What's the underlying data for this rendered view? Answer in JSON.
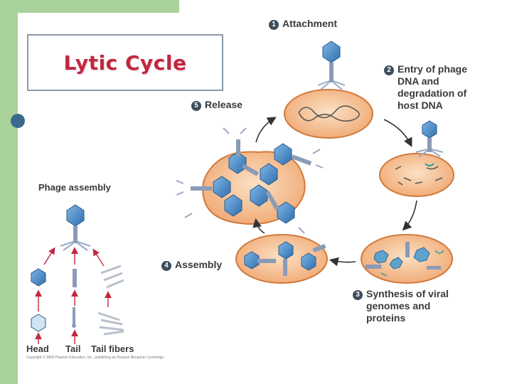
{
  "slide": {
    "title": "Lytic Cycle"
  },
  "diagram": {
    "steps": [
      {
        "number": "1",
        "label": "Attachment"
      },
      {
        "number": "2",
        "label_lines": [
          "Entry of phage",
          "DNA and",
          "degradation of",
          "host DNA"
        ]
      },
      {
        "number": "3",
        "label_lines": [
          "Synthesis of viral",
          "genomes and",
          "proteins"
        ]
      },
      {
        "number": "4",
        "label": "Assembly"
      },
      {
        "number": "5",
        "label": "Release"
      }
    ],
    "assembly_panel": {
      "heading": "Phage assembly",
      "parts": [
        "Head",
        "Tail",
        "Tail fibers"
      ]
    },
    "copyright": "Copyright © 2008 Pearson Education, Inc., publishing as Pearson Benjamin Cummings."
  }
}
